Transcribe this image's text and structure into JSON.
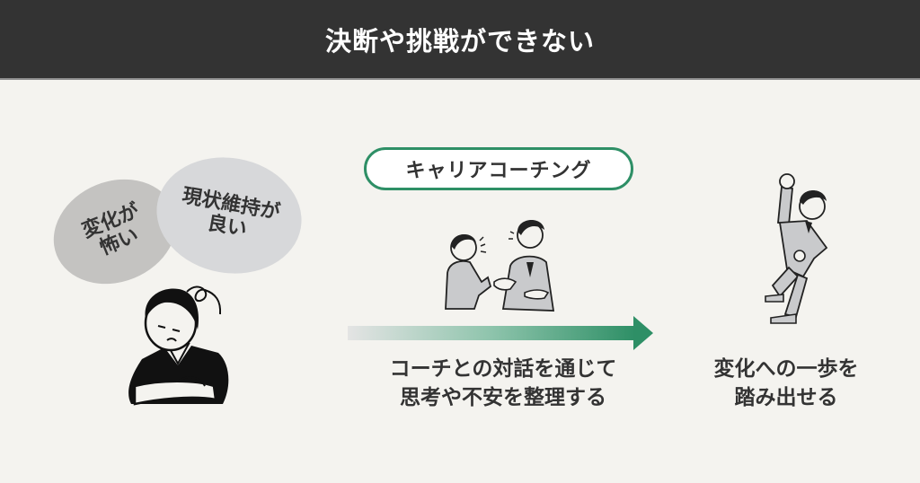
{
  "header": {
    "title": "決断や挑戦ができない",
    "background_color": "#333333"
  },
  "left": {
    "bubbles": [
      {
        "lines": [
          "変化が",
          "怖い"
        ],
        "color": "#c4c3c1"
      },
      {
        "lines": [
          "現状維持が",
          "良い"
        ],
        "color": "#d7d8da"
      }
    ],
    "illustration": "worried-person-icon"
  },
  "middle": {
    "label": "キャリアコーチング",
    "label_border_color": "#2e8f66",
    "illustration": "coaching-conversation-icon",
    "arrow_color": "#2e8f66",
    "caption": [
      "コーチとの対話を通じて",
      "思考や不安を整理する"
    ]
  },
  "right": {
    "illustration": "cheering-person-icon",
    "caption": [
      "変化への一歩を",
      "踏み出せる"
    ]
  }
}
